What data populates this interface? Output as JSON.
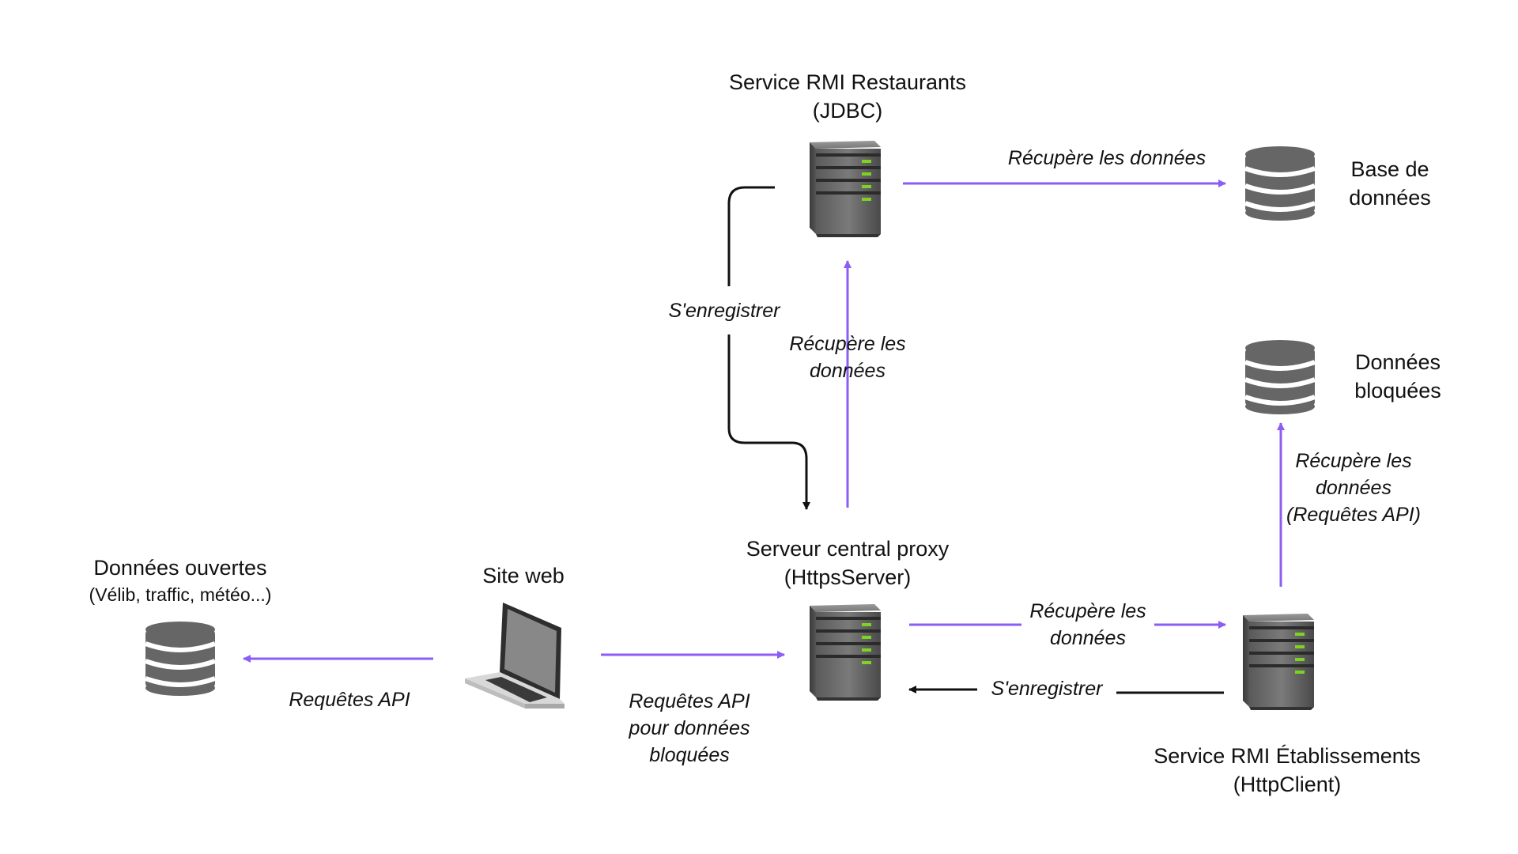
{
  "nodes": {
    "restaurants": {
      "title": [
        "Service RMI Restaurants",
        "(JDBC)"
      ],
      "icon": "server-icon"
    },
    "database": {
      "title": [
        "Base de",
        "données"
      ],
      "icon": "database-icon"
    },
    "blocked": {
      "title": [
        "Données",
        "bloquées"
      ],
      "icon": "database-icon"
    },
    "open_data": {
      "title": [
        "Données ouvertes",
        "(Vélib, traffic, météo...)"
      ],
      "icon": "database-icon"
    },
    "website": {
      "title": [
        "Site web"
      ],
      "icon": "laptop-icon"
    },
    "proxy": {
      "title": [
        "Serveur central proxy",
        "(HttpsServer)"
      ],
      "icon": "server-icon"
    },
    "etablissements": {
      "title": [
        "Service RMI Établissements",
        "(HttpClient)"
      ],
      "icon": "server-icon"
    }
  },
  "edges": {
    "restaurants_to_db": {
      "label": [
        "Récupère les données"
      ]
    },
    "restaurants_register": {
      "label": [
        "S'enregistrer"
      ]
    },
    "proxy_to_restaurants": {
      "label": [
        "Récupère les",
        "données"
      ]
    },
    "etab_to_blocked": {
      "label": [
        "Récupère les",
        "données",
        "(Requêtes API)"
      ]
    },
    "website_to_open": {
      "label": [
        "Requêtes API"
      ]
    },
    "website_to_proxy": {
      "label": [
        "Requêtes API",
        "pour données",
        "bloquées"
      ]
    },
    "proxy_to_etab": {
      "label": [
        "Récupère les",
        "données"
      ]
    },
    "etab_register": {
      "label": [
        "S'enregistrer"
      ]
    }
  },
  "colors": {
    "purple_arrow": "#8b5cf6",
    "black_arrow": "#111111",
    "icon_gray": "#666666",
    "led_green": "#7ed321"
  }
}
